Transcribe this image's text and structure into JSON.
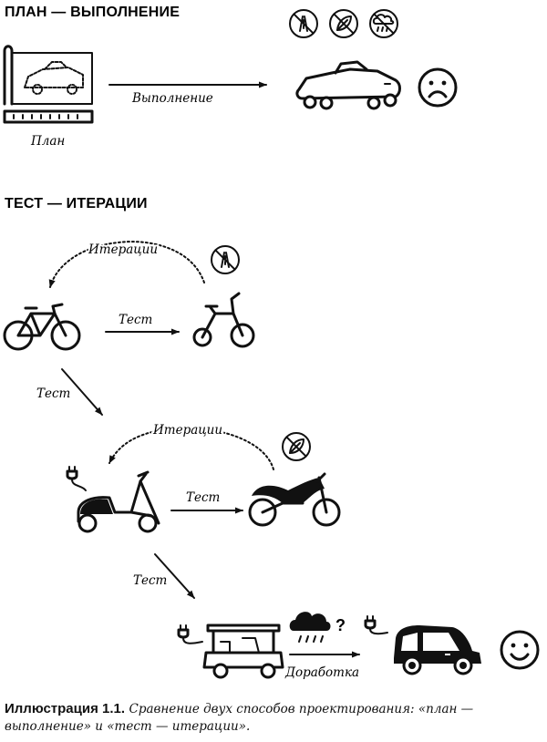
{
  "headings": {
    "plan": "ПЛАН — ВЫПОЛНЕНИЕ",
    "test": "ТЕСТ — ИТЕРАЦИИ"
  },
  "labels": {
    "plan": "План",
    "execution": "Выполнение",
    "iterations_1": "Итерации",
    "test_1": "Тест",
    "test_diag_1": "Тест",
    "iterations_2": "Итерации",
    "test_2": "Тест",
    "test_diag_2": "Тест",
    "refinement": "Доработка",
    "question": "?"
  },
  "caption": {
    "number": "Иллюстрация 1.1.",
    "text": "Сравнение двух способов проектирования: «план — выполнение» и «тест — итерации»."
  },
  "icons": [
    "no-road-icon",
    "no-eco-icon",
    "no-rain-icon",
    "blueprint-icon",
    "ugly-car-icon",
    "sad-face-icon",
    "bicycle-icon",
    "balance-bike-icon",
    "scooter-icon",
    "motorcycle-icon",
    "golf-cart-icon",
    "smart-car-icon",
    "rain-cloud-icon",
    "plug-icon",
    "smile-face-icon"
  ]
}
